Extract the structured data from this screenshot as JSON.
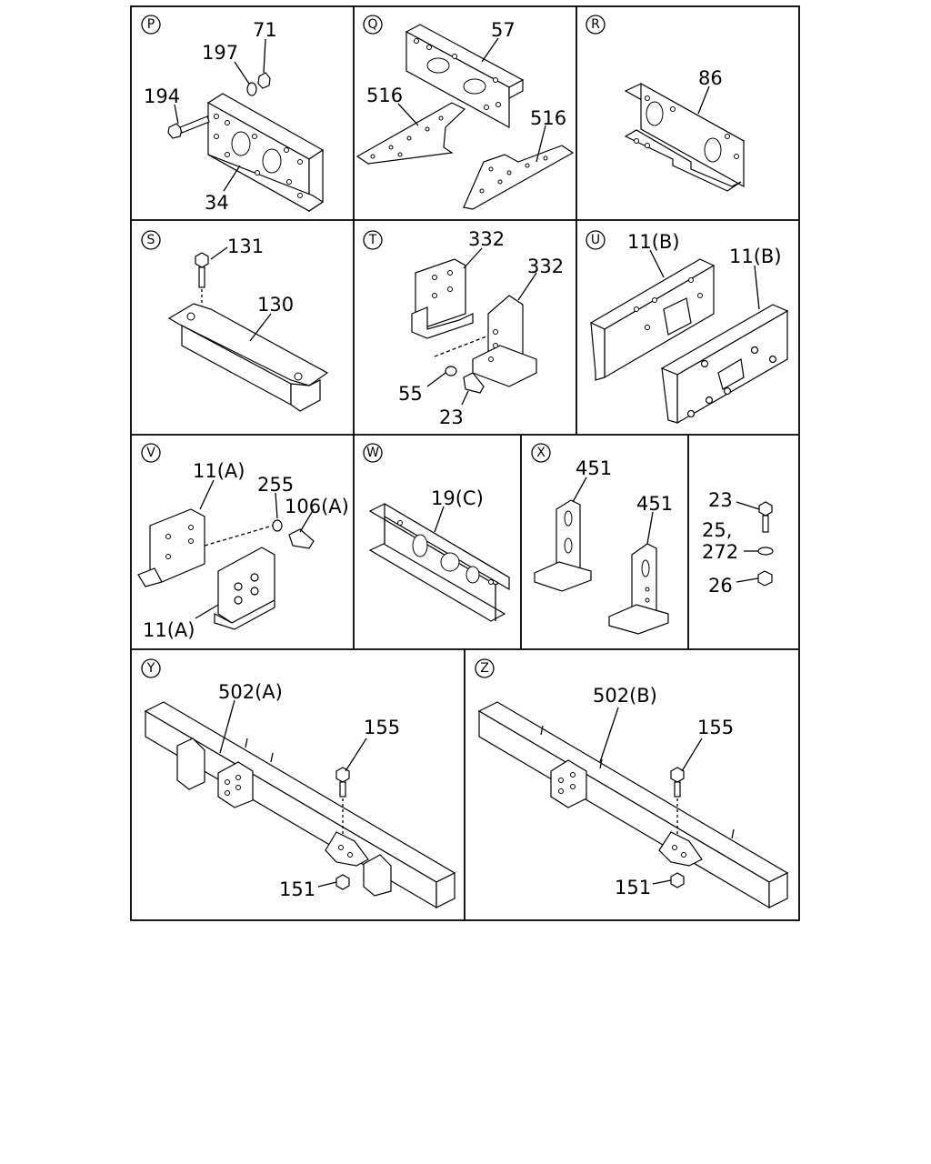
{
  "sections": [
    {
      "id": "P",
      "labels": [
        "71",
        "197",
        "194",
        "34"
      ]
    },
    {
      "id": "Q",
      "labels": [
        "57",
        "516",
        "516"
      ]
    },
    {
      "id": "R",
      "labels": [
        "86"
      ]
    },
    {
      "id": "S",
      "labels": [
        "131",
        "130"
      ]
    },
    {
      "id": "T",
      "labels": [
        "332",
        "332",
        "55",
        "23"
      ]
    },
    {
      "id": "U",
      "labels": [
        "11(B)",
        "11(B)"
      ]
    },
    {
      "id": "V",
      "labels": [
        "11(A)",
        "255",
        "106(A)",
        "11(A)"
      ]
    },
    {
      "id": "W",
      "labels": [
        "19(C)"
      ]
    },
    {
      "id": "X",
      "labels": [
        "451",
        "451"
      ]
    },
    {
      "id": "fasteners",
      "labels": [
        "23",
        "25,",
        "272",
        "26"
      ]
    },
    {
      "id": "Y",
      "labels": [
        "502(A)",
        "155",
        "151"
      ]
    },
    {
      "id": "Z",
      "labels": [
        "502(B)",
        "155",
        "151"
      ]
    }
  ]
}
